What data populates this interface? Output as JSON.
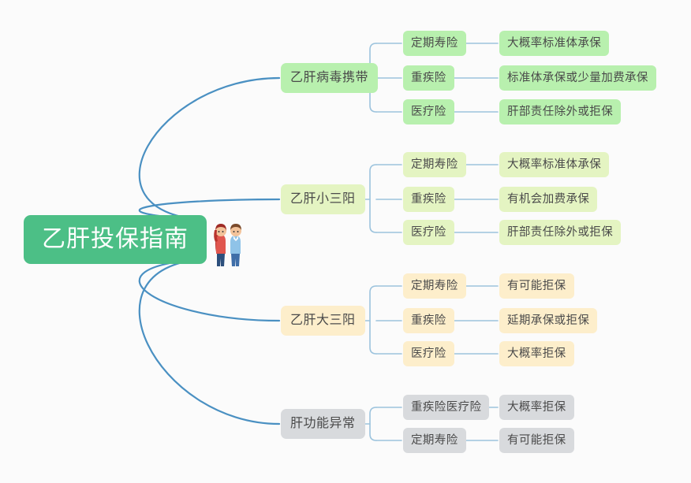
{
  "title": "乙肝投保指南",
  "colors": {
    "background": "#fbfbfb",
    "root_fill": "#4cbf86",
    "root_text": "#ffffff",
    "node_text": "#4a4a4a",
    "branch_line": "#4a90c2",
    "sub_line": "#9cc3dd",
    "group_mint": "#b8f0ae",
    "group_lime": "#e4f4c2",
    "group_cream": "#fdeecb",
    "group_grey": "#d8dadd"
  },
  "root": {
    "label": "乙肝投保指南"
  },
  "illustration": {
    "name": "couple-illustration",
    "description": "couple"
  },
  "branches": [
    {
      "label": "乙肝病毒携带",
      "palette": "g-mint",
      "children": [
        {
          "label": "定期寿险",
          "result": "大概率标准体承保"
        },
        {
          "label": "重疾险",
          "result": "标准体承保或少量加费承保"
        },
        {
          "label": "医疗险",
          "result": "肝部责任除外或拒保"
        }
      ]
    },
    {
      "label": "乙肝小三阳",
      "palette": "g-lime",
      "children": [
        {
          "label": "定期寿险",
          "result": "大概率标准体承保"
        },
        {
          "label": "重疾险",
          "result": "有机会加费承保"
        },
        {
          "label": "医疗险",
          "result": "肝部责任除外或拒保"
        }
      ]
    },
    {
      "label": "乙肝大三阳",
      "palette": "g-cream",
      "children": [
        {
          "label": "定期寿险",
          "result": "有可能拒保"
        },
        {
          "label": "重疾险",
          "result": "延期承保或拒保"
        },
        {
          "label": "医疗险",
          "result": "大概率拒保"
        }
      ]
    },
    {
      "label": "肝功能异常",
      "palette": "g-grey",
      "children": [
        {
          "label": "重疾险医疗险",
          "result": "大概率拒保"
        },
        {
          "label": "定期寿险",
          "result": "有可能拒保"
        }
      ]
    }
  ]
}
